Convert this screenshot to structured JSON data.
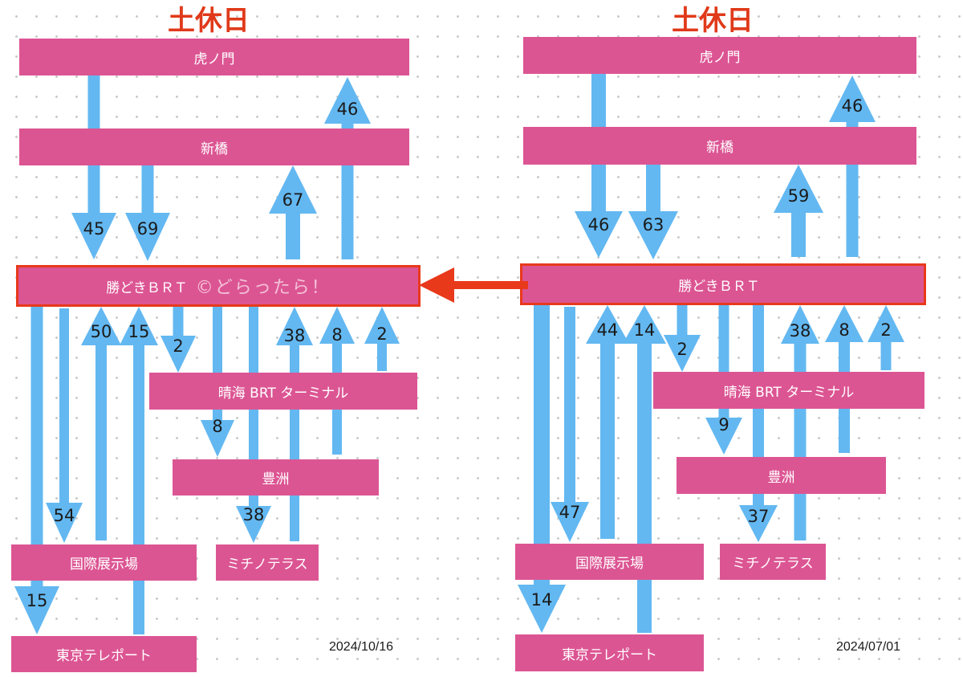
{
  "panels": [
    {
      "id": "left",
      "title": "土休日",
      "date": "2024/10/16",
      "stations": {
        "toranomon": "虎ノ門",
        "shimbashi": "新橋",
        "kachidoki": "勝どきＢＲＴ",
        "harumi": "晴海 BRT ターミナル",
        "toyosu": "豊洲",
        "michinoterrace": "ミチノテラス",
        "kokusai": "国際展示場",
        "teleport": "東京テレポート"
      },
      "watermark": "©どらったら！",
      "flow_values": {
        "toranomon_to_kachidoki": 45,
        "shimbashi_to_kachidoki": 69,
        "kachidoki_to_shimbashi": 67,
        "kachidoki_to_toranomon": 46,
        "kachidoki_to_teleport": 15,
        "kachidoki_to_kokusai": 54,
        "kokusai_to_kachidoki": 50,
        "teleport_to_kachidoki": 15,
        "kachidoki_to_harumi": 2,
        "kachidoki_to_toyosu": 8,
        "kachidoki_to_michinoterrace": 38,
        "michinoterrace_to_kachidoki": 38,
        "toyosu_to_kachidoki": 8,
        "harumi_to_kachidoki": 2
      }
    },
    {
      "id": "right",
      "title": "土休日",
      "date": "2024/07/01",
      "stations": {
        "toranomon": "虎ノ門",
        "shimbashi": "新橋",
        "kachidoki": "勝どきＢＲＴ",
        "harumi": "晴海 BRT ターミナル",
        "toyosu": "豊洲",
        "michinoterrace": "ミチノテラス",
        "kokusai": "国際展示場",
        "teleport": "東京テレポート"
      },
      "watermark": "",
      "flow_values": {
        "toranomon_to_kachidoki": 46,
        "shimbashi_to_kachidoki": 63,
        "kachidoki_to_shimbashi": 59,
        "kachidoki_to_toranomon": 46,
        "kachidoki_to_teleport": 14,
        "kachidoki_to_kokusai": 47,
        "kokusai_to_kachidoki": 44,
        "teleport_to_kachidoki": 14,
        "kachidoki_to_harumi": 2,
        "kachidoki_to_toyosu": 9,
        "kachidoki_to_michinoterrace": 37,
        "michinoterrace_to_kachidoki": 38,
        "toyosu_to_kachidoki": 8,
        "harumi_to_kachidoki": 2
      }
    }
  ],
  "colors": {
    "station": "#dc5593",
    "flow": "#63b8f1",
    "title": "#e03a1a",
    "highlight": "#e8391b"
  }
}
